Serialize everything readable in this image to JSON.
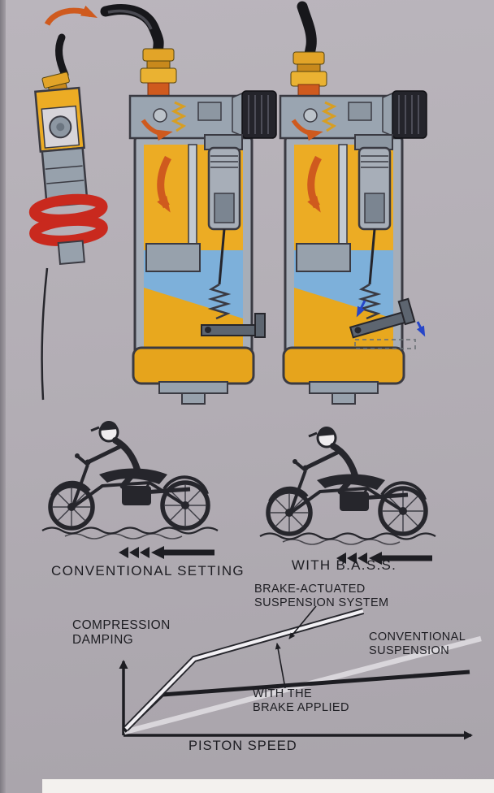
{
  "page": {
    "background": "#b3aeb5",
    "description": "Motorcycle brake-actuated suspension system (B.A.S.S.) brochure diagram page"
  },
  "colors": {
    "ink": "#1d1d22",
    "shock_gold": "#ecac24",
    "shock_gold_dark": "#e6a41c",
    "flow_arrow_orange": "#cf5a1e",
    "oil_blue": "#7db0da",
    "spring_red": "#c9291e",
    "metal_gray": "#a7aeb8",
    "hose_black": "#17171b",
    "conventional_line_gray": "#d9d6db",
    "bass_line_white": "#f2f0f4",
    "lever_motion_blue": "#2746c8"
  },
  "icons": {
    "flow_arrow": "curved orange arrow showing oil flow",
    "connection_arrow": "curved orange arrow from remote unit to hose",
    "deceleration_chevrons": "three left-pointing chevrons",
    "deceleration_arrow": "long thick left-pointing arrow",
    "lever_motion_arrows": "small blue arrows showing lever rotation"
  },
  "scenes": {
    "left": {
      "caption": "CONVENTIONAL SETTING"
    },
    "right": {
      "caption": "WITH B.A.S.S."
    }
  },
  "chart": {
    "ylabel_line1": "COMPRESSION",
    "ylabel_line2": "DAMPING",
    "xlabel": "PISTON SPEED",
    "bass_label_line1": "BRAKE-ACTUATED",
    "bass_label_line2": "SUSPENSION SYSTEM",
    "conventional_label_line1": "CONVENTIONAL",
    "conventional_label_line2": "SUSPENSION",
    "brake_label_line1": "WITH THE",
    "brake_label_line2": "BRAKE APPLIED"
  },
  "chart_data": {
    "type": "line",
    "title": "",
    "xlabel": "PISTON SPEED",
    "ylabel": "COMPRESSION DAMPING",
    "axis_ranges": "qualitative, no tick labels shown",
    "grid": false,
    "legend": "inline text labels with thin leader arrows",
    "series": [
      {
        "name": "BRAKE-ACTUATED SUSPENSION SYSTEM (WITH THE BRAKE APPLIED)",
        "style": "white line with dark outline, steep rise then moderate, ends mid-chart",
        "points_rel": [
          [
            0,
            0
          ],
          [
            0.2,
            0.61
          ],
          [
            0.67,
            1.0
          ]
        ]
      },
      {
        "name": "CONVENTIONAL SUSPENSION",
        "style": "thick light-gray line, straight to right edge",
        "points_rel": [
          [
            0,
            0
          ],
          [
            1.0,
            0.78
          ]
        ]
      },
      {
        "name": "baseline (black)",
        "style": "thick black line, short steep rise then shallow slope to right edge",
        "points_rel": [
          [
            0,
            0
          ],
          [
            0.11,
            0.33
          ],
          [
            0.97,
            0.51
          ]
        ]
      }
    ]
  }
}
